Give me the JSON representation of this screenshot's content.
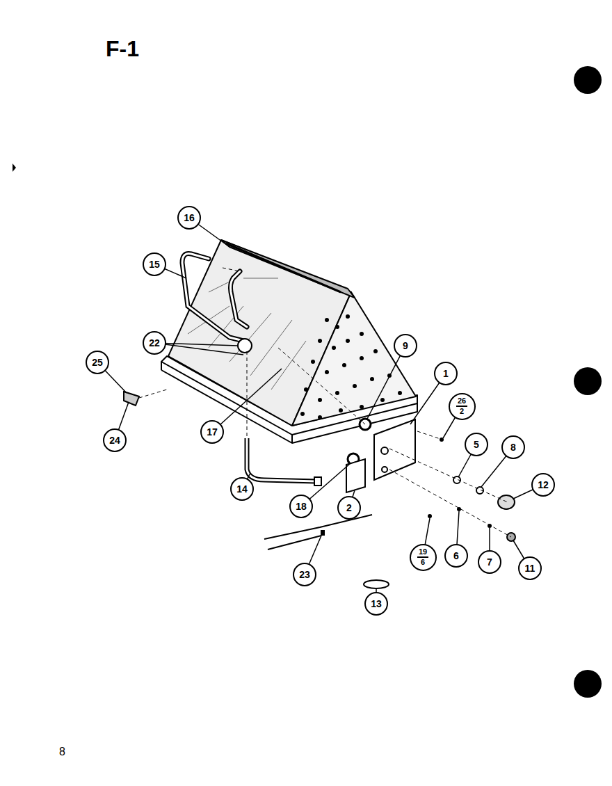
{
  "diagram": {
    "title": "F-1",
    "nodes": [
      {
        "text": [
          "16"
        ]
      },
      {
        "text": [
          "15"
        ]
      },
      {
        "text": [
          "22"
        ]
      },
      {
        "text": [
          "9"
        ]
      },
      {
        "text": [
          "25"
        ]
      },
      {
        "text": [
          "1"
        ]
      },
      {
        "text": [
          "26",
          "2"
        ]
      },
      {
        "text": [
          "17"
        ]
      },
      {
        "text": [
          "24"
        ]
      },
      {
        "text": [
          "5"
        ]
      },
      {
        "text": [
          "8"
        ]
      },
      {
        "text": [
          "12"
        ]
      },
      {
        "text": [
          "14"
        ]
      },
      {
        "text": [
          "18"
        ]
      },
      {
        "text": [
          "2"
        ]
      },
      {
        "text": [
          "6"
        ]
      },
      {
        "text": [
          "19",
          "6"
        ]
      },
      {
        "text": [
          "7"
        ]
      },
      {
        "text": [
          "11"
        ]
      },
      {
        "text": [
          "23"
        ]
      },
      {
        "text": [
          "13"
        ]
      }
    ],
    "labels": [
      "8"
    ]
  }
}
